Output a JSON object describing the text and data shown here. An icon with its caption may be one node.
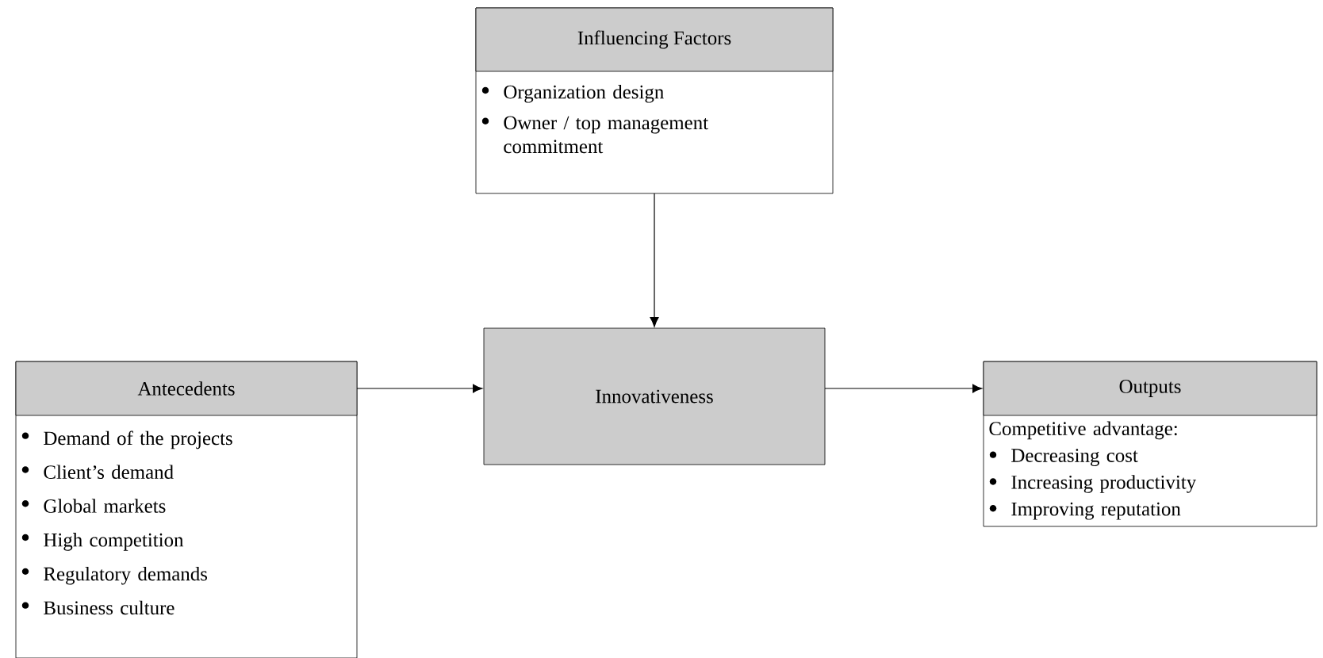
{
  "diagram": {
    "nodes": [
      {
        "text": [
          "Influencing Factors",
          "Organization design",
          "Owner / top management commitment"
        ]
      },
      {
        "text": [
          "Antecedents",
          "Demand of the projects",
          "Client’s demand",
          "Global markets",
          "High competition",
          "Regulatory demands",
          "Business culture"
        ]
      },
      {
        "text": [
          "Innovativeness"
        ]
      },
      {
        "text": [
          "Outputs",
          "Competitive advantage:",
          "Decreasing cost",
          "Increasing productivity",
          "Improving reputation"
        ]
      }
    ],
    "edges": [
      {
        "from": 0,
        "to": 2,
        "arrow": "to"
      },
      {
        "from": 1,
        "to": 2,
        "arrow": "to"
      },
      {
        "from": 2,
        "to": 3,
        "arrow": "to"
      }
    ]
  }
}
